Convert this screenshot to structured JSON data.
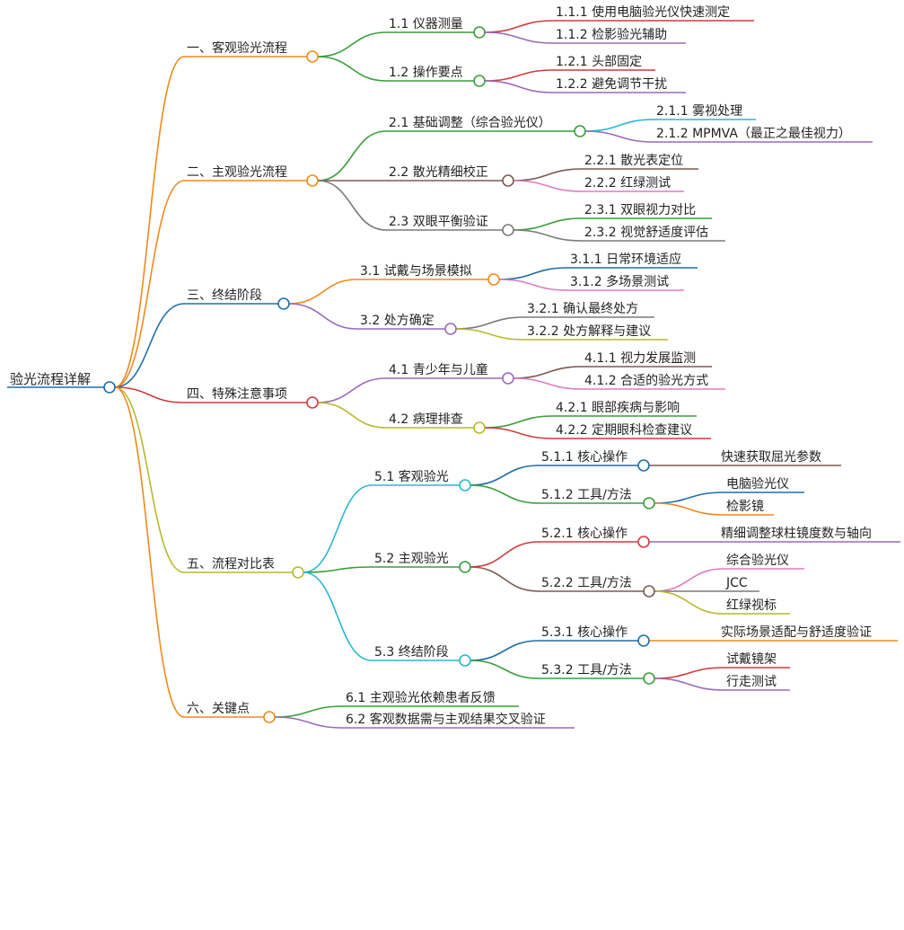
{
  "root": {
    "label": "验光流程详解",
    "color": "#1f6fa8"
  },
  "branches": [
    {
      "label": "一、客观验光流程",
      "color": "#ef8a1c",
      "children": [
        {
          "label": "1.1 仪器测量",
          "color": "#3a9e3a",
          "children": [
            {
              "label": "1.1.1 使用电脑验光仪快速测定",
              "color": "#d03a3a"
            },
            {
              "label": "1.1.2 检影验光辅助",
              "color": "#9a6ab8"
            }
          ]
        },
        {
          "label": "1.2 操作要点",
          "color": "#3a9e3a",
          "children": [
            {
              "label": "1.2.1 头部固定",
              "color": "#d03a3a"
            },
            {
              "label": "1.2.2 避免调节干扰",
              "color": "#9a6ab8"
            }
          ]
        }
      ]
    },
    {
      "label": "二、主观验光流程",
      "color": "#ef8a1c",
      "children": [
        {
          "label": "2.1 基础调整（综合验光仪）",
          "color": "#3a9e3a",
          "children": [
            {
              "label": "2.1.1 雾视处理",
              "color": "#2ab7cf"
            },
            {
              "label": "2.1.2 MPMVA（最正之最佳视力）",
              "color": "#9a6ab8"
            }
          ]
        },
        {
          "label": "2.2 散光精细校正",
          "color": "#7d5a4f",
          "children": [
            {
              "label": "2.2.1 散光表定位",
              "color": "#7d5a4f"
            },
            {
              "label": "2.2.2 红绿测试",
              "color": "#e07ac0"
            }
          ]
        },
        {
          "label": "2.3 双眼平衡验证",
          "color": "#7a7a7a",
          "children": [
            {
              "label": "2.3.1 双眼视力对比",
              "color": "#3a9e3a"
            },
            {
              "label": "2.3.2 视觉舒适度评估",
              "color": "#7a7a7a"
            }
          ]
        }
      ]
    },
    {
      "label": "三、终结阶段",
      "color": "#1f6fa8",
      "children": [
        {
          "label": "3.1 试戴与场景模拟",
          "color": "#ef8a1c",
          "children": [
            {
              "label": "3.1.1 日常环境适应",
              "color": "#1f6fa8"
            },
            {
              "label": "3.1.2 多场景测试",
              "color": "#e07ac0"
            }
          ]
        },
        {
          "label": "3.2 处方确定",
          "color": "#9a6ab8",
          "children": [
            {
              "label": "3.2.1 确认最终处方",
              "color": "#7a7a7a"
            },
            {
              "label": "3.2.2 处方解释与建议",
              "color": "#b8b82a"
            }
          ]
        }
      ]
    },
    {
      "label": "四、特殊注意事项",
      "color": "#d03a3a",
      "children": [
        {
          "label": "4.1 青少年与儿童",
          "color": "#9a6ab8",
          "children": [
            {
              "label": "4.1.1 视力发展监测",
              "color": "#7d5a4f"
            },
            {
              "label": "4.1.2 合适的验光方式",
              "color": "#e07ac0"
            }
          ]
        },
        {
          "label": "4.2 病理排查",
          "color": "#b8b82a",
          "children": [
            {
              "label": "4.2.1 眼部疾病与影响",
              "color": "#3a9e3a"
            },
            {
              "label": "4.2.2 定期眼科检查建议",
              "color": "#d03a3a"
            }
          ]
        }
      ]
    },
    {
      "label": "五、流程对比表",
      "color": "#b8b82a",
      "children": [
        {
          "label": "5.1 客观验光",
          "color": "#2ab7cf",
          "children": [
            {
              "label": "5.1.1 核心操作",
              "color": "#1f6fa8",
              "children": [
                {
                  "label": "快速获取屈光参数",
                  "color": "#7d5a4f"
                }
              ]
            },
            {
              "label": "5.1.2 工具/方法",
              "color": "#3a9e3a",
              "children": [
                {
                  "label": "电脑验光仪",
                  "color": "#1f6fa8"
                },
                {
                  "label": "检影镜",
                  "color": "#ef8a1c"
                }
              ]
            }
          ]
        },
        {
          "label": "5.2 主观验光",
          "color": "#3a9e3a",
          "children": [
            {
              "label": "5.2.1 核心操作",
              "color": "#d03a3a",
              "children": [
                {
                  "label": "精细调整球柱镜度数与轴向",
                  "color": "#9a6ab8"
                }
              ]
            },
            {
              "label": "5.2.2 工具/方法",
              "color": "#7d5a4f",
              "children": [
                {
                  "label": "综合验光仪",
                  "color": "#e07ac0"
                },
                {
                  "label": "JCC",
                  "color": "#7a7a7a"
                },
                {
                  "label": "红绿视标",
                  "color": "#b8b82a"
                }
              ]
            }
          ]
        },
        {
          "label": "5.3 终结阶段",
          "color": "#2ab7cf",
          "children": [
            {
              "label": "5.3.1 核心操作",
              "color": "#1f6fa8",
              "children": [
                {
                  "label": "实际场景适配与舒适度验证",
                  "color": "#ef8a1c"
                }
              ]
            },
            {
              "label": "5.3.2 工具/方法",
              "color": "#3a9e3a",
              "children": [
                {
                  "label": "试戴镜架",
                  "color": "#d03a3a"
                },
                {
                  "label": "行走测试",
                  "color": "#9a6ab8"
                }
              ]
            }
          ]
        }
      ]
    },
    {
      "label": "六、关键点",
      "color": "#ef8a1c",
      "children": [
        {
          "label": "6.1 主观验光依赖患者反馈",
          "color": "#3a9e3a"
        },
        {
          "label": "6.2 客观数据需与主观结果交叉验证",
          "color": "#9a6ab8"
        }
      ]
    }
  ]
}
